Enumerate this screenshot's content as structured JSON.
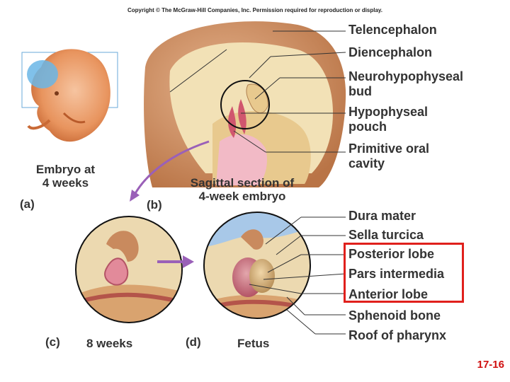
{
  "copyright": "Copyright © The McGraw-Hill Companies, Inc. Permission required for reproduction or display.",
  "top_labels": [
    [
      "Telencephalon"
    ],
    [
      "Diencephalon"
    ],
    [
      "Neurohypophyseal",
      "bud"
    ],
    [
      "Hypophyseal",
      "pouch"
    ],
    [
      "Primitive oral",
      "cavity"
    ]
  ],
  "bottom_labels": [
    "Dura mater",
    "Sella turcica",
    "Posterior lobe",
    "Pars intermedia",
    "Anterior lobe",
    "Sphenoid bone",
    "Roof of pharynx"
  ],
  "captions": {
    "a_line1": "Embryo at",
    "a_line2": "4 weeks",
    "b_line1": "Sagittal section of",
    "b_line2": "4-week embryo",
    "c": "8 weeks",
    "d": "Fetus"
  },
  "panel_letters": {
    "a": "(a)",
    "b": "(b)",
    "c": "(c)",
    "d": "(d)"
  },
  "slide_number": "17-16",
  "colors": {
    "highlight": "#e0201c",
    "slide_number": "#d01010",
    "tissue": "#c98a5e",
    "bone": "#e8d5a8",
    "pouch": "#d0566e"
  }
}
